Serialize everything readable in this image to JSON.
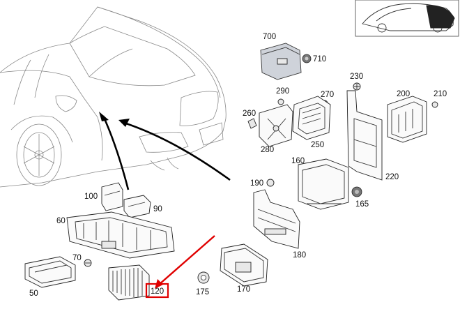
{
  "callouts": [
    {
      "id": "700",
      "text": "700"
    },
    {
      "id": "710",
      "text": "710"
    },
    {
      "id": "230",
      "text": "230"
    },
    {
      "id": "290",
      "text": "290"
    },
    {
      "id": "270",
      "text": "270"
    },
    {
      "id": "200",
      "text": "200"
    },
    {
      "id": "210",
      "text": "210"
    },
    {
      "id": "260",
      "text": "260"
    },
    {
      "id": "250",
      "text": "250"
    },
    {
      "id": "280",
      "text": "280"
    },
    {
      "id": "160",
      "text": "160"
    },
    {
      "id": "220",
      "text": "220"
    },
    {
      "id": "190",
      "text": "190"
    },
    {
      "id": "165",
      "text": "165"
    },
    {
      "id": "100",
      "text": "100"
    },
    {
      "id": "90",
      "text": "90"
    },
    {
      "id": "60",
      "text": "60"
    },
    {
      "id": "180",
      "text": "180"
    },
    {
      "id": "70",
      "text": "70"
    },
    {
      "id": "50",
      "text": "50"
    },
    {
      "id": "120",
      "text": "120"
    },
    {
      "id": "175",
      "text": "175"
    },
    {
      "id": "170",
      "text": "170"
    }
  ],
  "highlight": {
    "target": "120",
    "color": "#e00000"
  }
}
